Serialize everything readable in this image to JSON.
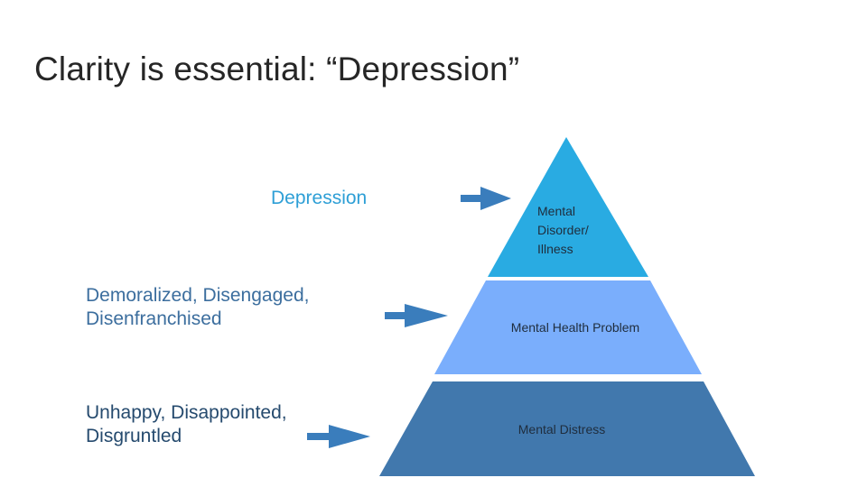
{
  "slide": {
    "title": "Clarity is essential: “Depression”"
  },
  "labels": {
    "depression": "Depression",
    "demoralized": "Demoralized, Disengaged, Disenfranchised",
    "unhappy": "Unhappy, Disappointed, Disgruntled"
  },
  "pyramid": {
    "top_tier": [
      "Mental",
      "Disorder/",
      "Illness"
    ],
    "middle_tier": "Mental Health Problem",
    "bottom_tier": "Mental Distress"
  },
  "colors": {
    "title_text": "#262626",
    "top_tier": "#29abe2",
    "middle_tier": "#7aaefc",
    "bottom_tier": "#4178ad",
    "arrow": "#3a7dbc",
    "depression_text": "#2e9fd6"
  }
}
